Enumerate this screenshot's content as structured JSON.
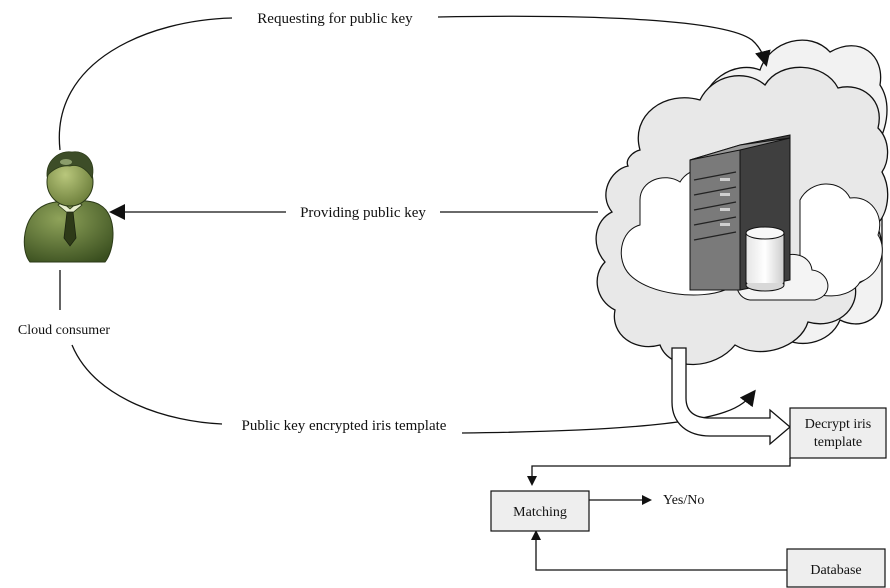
{
  "actors": {
    "consumer_label": "Cloud consumer"
  },
  "flows": {
    "request": "Requesting for public key",
    "provide": "Providing public key",
    "encrypted": "Public key encrypted iris template",
    "result": "Yes/No"
  },
  "boxes": {
    "decrypt_line1": "Decrypt iris",
    "decrypt_line2": "template",
    "matching": "Matching",
    "database": "Database"
  },
  "colors": {
    "line": "#111111",
    "cloud_fill": "#e8e8e8",
    "box_fill": "#eeeeee",
    "server_front": "#6a6a6a",
    "server_side": "#4a4a4a",
    "person_body": "#4f6b2e"
  }
}
